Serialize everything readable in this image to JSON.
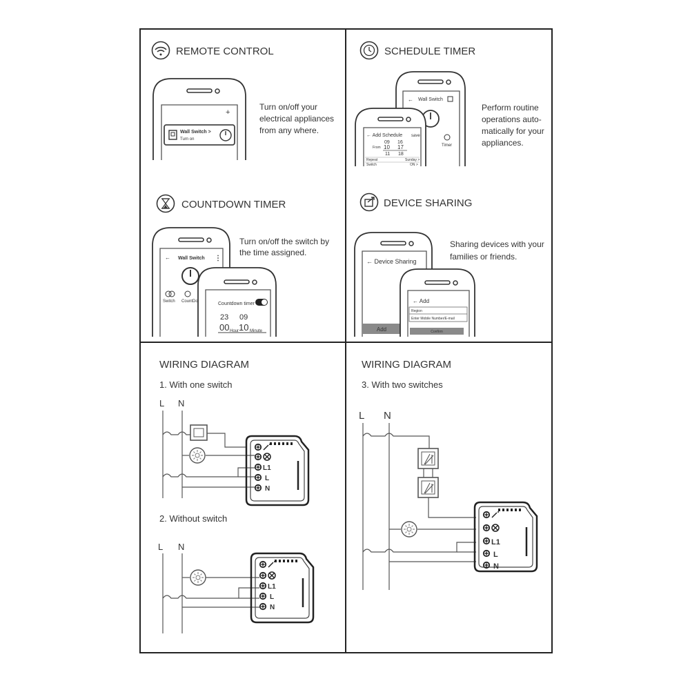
{
  "panels": {
    "remote_control": {
      "title": "REMOTE CONTROL",
      "desc": [
        "Turn on/off your",
        "electrical appliances",
        "from any where."
      ],
      "phone": {
        "plus": "+",
        "device": "Wall Switch >",
        "status": "Turn on"
      }
    },
    "schedule_timer": {
      "title": "SCHEDULE TIMER",
      "desc": [
        "Perform routine",
        "operations auto-",
        "matically for your",
        "appliances."
      ],
      "back_phone": {
        "title": "Wall Switch",
        "timer_label": "Timer"
      },
      "front_phone": {
        "title": "Add Schedule",
        "save": "save",
        "row1": [
          "09",
          "16"
        ],
        "from_label": "From",
        "row2": [
          "10",
          "17"
        ],
        "row3": [
          "11",
          "18"
        ],
        "repeat_label": "Repeat",
        "repeat_value": "Sunday >",
        "switch_label": "Switch",
        "switch_value": "ON >"
      }
    },
    "countdown_timer": {
      "title": "COUNTDOWN TIMER",
      "desc": [
        "Turn on/off the switch by",
        "the time assigned."
      ],
      "back_phone": {
        "title": "Wall Switch",
        "switch_label": "Switch",
        "countdown_label": "CountDo"
      },
      "front_phone": {
        "title": "Countdown timer",
        "row1": [
          "23",
          "09"
        ],
        "row2": [
          "00",
          "10"
        ],
        "hour_label": "Hour",
        "minute_label": "Minute"
      }
    },
    "device_sharing": {
      "title": "DEVICE SHARING",
      "desc": [
        "Sharing devices with your",
        "families or friends."
      ],
      "back_phone": {
        "title": "Device Sharing",
        "add_button": "Add"
      },
      "front_phone": {
        "title": "Add",
        "region_label": "Region",
        "mobile_placeholder": "Enter Mobile Number/E-mail",
        "confirm_button": "Confirm"
      }
    }
  },
  "wiring_left": {
    "title": "WIRING DIAGRAM",
    "case1_label": "1. With one switch",
    "case2_label": "2. Without switch",
    "line_label": "L",
    "neutral_label": "N",
    "terminals": [
      "L1",
      "L",
      "N"
    ]
  },
  "wiring_right": {
    "title": "WIRING DIAGRAM",
    "case3_label": "3. With two switches",
    "line_label": "L",
    "neutral_label": "N",
    "terminals": [
      "L1",
      "L",
      "N"
    ]
  }
}
